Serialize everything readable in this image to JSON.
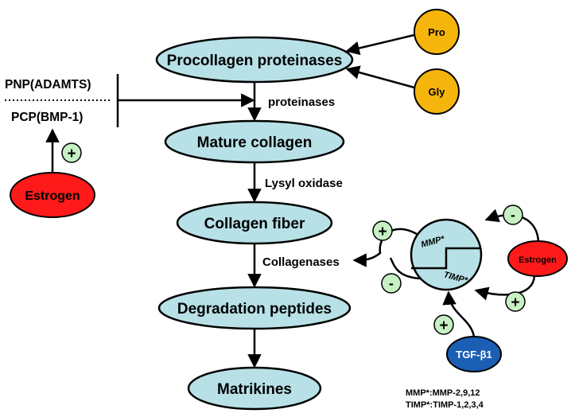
{
  "nodes": {
    "procollagen": "Procollagen proteinases",
    "mature": "Mature collagen",
    "fiber": "Collagen fiber",
    "degradation": "Degradation peptides",
    "matrikines": "Matrikines"
  },
  "labels": {
    "proteinases": "proteinases",
    "lysyl": "Lysyl oxidase",
    "collagenases": "Collagenases",
    "pnp": "PNP(ADAMTS)",
    "pcp": "PCP(BMP-1)"
  },
  "aa": {
    "pro": "Pro",
    "gly": "Gly"
  },
  "regulators": {
    "estrogen_left": "Estrogen",
    "estrogen_right": "Estrogen",
    "tgf": "TGF-β1",
    "mmp": "MMP*",
    "timp": "TIMP*"
  },
  "signs": {
    "plus": "+",
    "minus": "-"
  },
  "footnote": {
    "mmp": "MMP*:MMP-2,9,12",
    "timp": "TIMP*:TIMP-1,2,3,4"
  },
  "colors": {
    "teal_fill": "#b7e1e6",
    "aa_fill": "#f5b50c",
    "estrogen_fill": "#ff1a1a",
    "tgf_fill": "#1a5fb4",
    "sign_fill": "#c7f0c4"
  }
}
